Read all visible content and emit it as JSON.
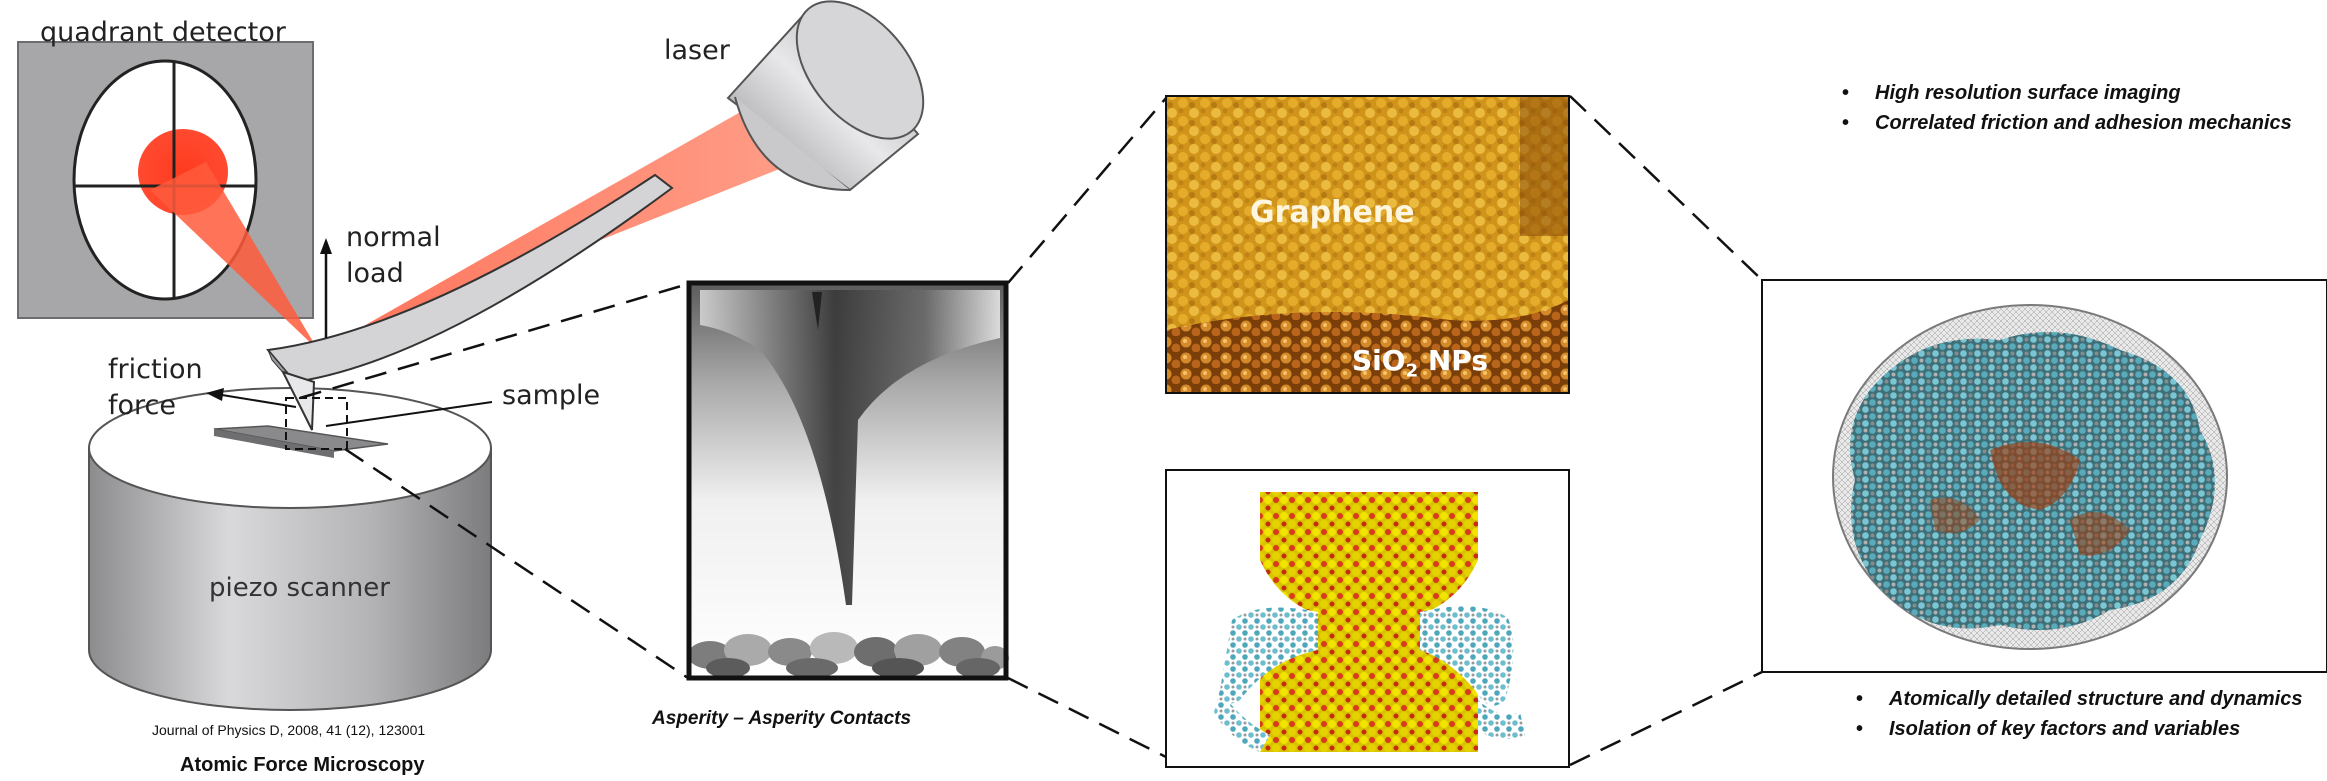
{
  "afm_diagram": {
    "detector_label": "quadrant detector",
    "laser_label": "laser",
    "normal_load_label": "normal\nload",
    "friction_force_label": "friction\nforce",
    "sample_label": "sample",
    "piezo_label": "piezo scanner"
  },
  "left_captions": {
    "reference": "Journal of Physics D, 2008, 41 (12), 123001",
    "title": "Atomic Force Microscopy"
  },
  "middle_caption": "Asperity – Asperity Contacts",
  "graphene_panel": {
    "graphene_label": "Graphene",
    "sio2_label_main": "SiO",
    "sio2_subscript": "2",
    "sio2_label_tail": " NPs"
  },
  "top_right_bullets": [
    "High resolution surface imaging",
    "Correlated friction and adhesion mechanics"
  ],
  "bottom_right_bullets": [
    "Atomically detailed structure and dynamics",
    "Isolation of key factors and variables"
  ],
  "bullet_symbol": "•",
  "colors": {
    "laser_red": "#ff5a3c",
    "detector_gray": "#a7a7a9",
    "graphene_gold": "#c98a10",
    "molecule_cyan": "#5fb7c9"
  }
}
